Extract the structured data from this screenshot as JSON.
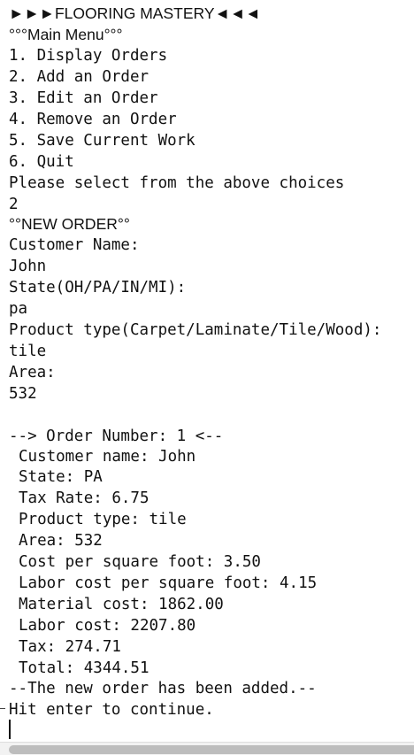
{
  "console": {
    "title": "►►►FLOORING MASTERY◄◄◄",
    "menu_header": "°°°Main Menu°°°",
    "menu_items": [
      "1. Display Orders",
      "2. Add an Order",
      "3. Edit an Order",
      "4. Remove an Order",
      "5. Save Current Work",
      "6. Quit"
    ],
    "select_prompt": "Please select from the above choices",
    "selection_input": "2",
    "new_order_header": "°°NEW ORDER°°",
    "prompts": {
      "customer_name": "Customer Name:",
      "state": "State(OH/PA/IN/MI):",
      "product_type": "Product type(Carpet/Laminate/Tile/Wood):",
      "area": "Area:"
    },
    "inputs": {
      "customer_name": "John",
      "state": "pa",
      "product_type": "tile",
      "area": "532"
    },
    "order_summary": {
      "header": "--> Order Number: 1 <--",
      "lines": [
        "Customer name: John",
        "State: PA",
        "Tax Rate: 6.75",
        "Product type: tile",
        "Area: 532",
        "Cost per square foot: 3.50",
        "Labor cost per square foot: 4.15",
        "Material cost: 1862.00",
        "Labor cost: 2207.80",
        "Tax: 274.71",
        "Total: 4344.51"
      ]
    },
    "confirmation": "--The new order has been added.--",
    "continue_prompt": "Hit enter to continue."
  }
}
